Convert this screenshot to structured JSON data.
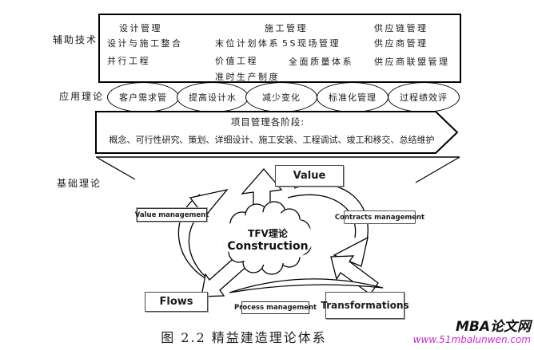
{
  "tiers": {
    "aux": "辅助技术",
    "applied": "应用理论",
    "foundation": "基础理论"
  },
  "aux_box": {
    "items": [
      "设计管理",
      "施工管理",
      "供应链管理",
      "设计与施工整合",
      "末位计划体系",
      "5S现场管理",
      "供应商管理",
      "并行工程",
      "价值工程",
      "全面质量体系",
      "供应商联盟管理",
      "准时生产制度"
    ]
  },
  "applied_ellipses": [
    "客户需求管",
    "提高设计水",
    "减少变化",
    "标准化管理",
    "过程绩效评"
  ],
  "stage_arrow": {
    "title": "项目管理各阶段:",
    "stages": "概念、可行性研究、策划、详细设计、施工安装、工程调试、竣工和移交、总结维护"
  },
  "tfv": {
    "cloud_line1": "TFV理论",
    "cloud_line2": "Construction",
    "value": "Value",
    "flows": "Flows",
    "transformations": "Transformations",
    "value_management": "Value management",
    "contracts_management": "Contracts management",
    "process_management": "Process management"
  },
  "caption": "图 2.2  精益建造理论体系",
  "watermark": {
    "site": "MBA论文网",
    "url": "www.51mbalunwen.com",
    "url_color": "#cf2bce"
  },
  "colors": {
    "ink": "#1a1a1a",
    "background": "#ffffff"
  }
}
